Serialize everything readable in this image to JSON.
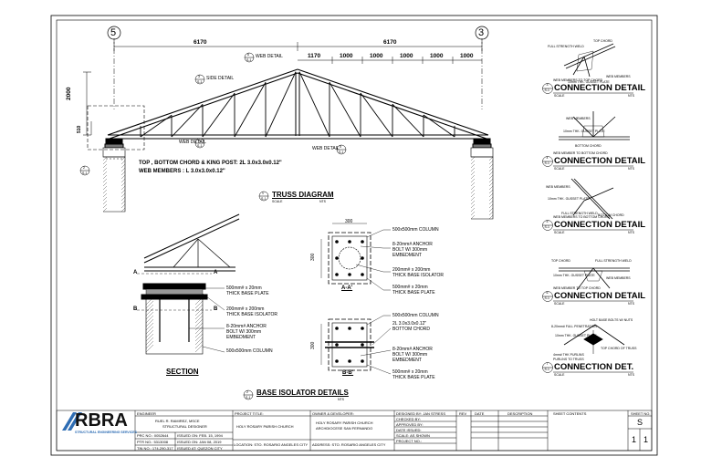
{
  "grid": {
    "left": "5",
    "right": "3"
  },
  "dims": {
    "span_left": "6170",
    "span_right": "6170",
    "height": "2000",
    "post": "510",
    "panels": [
      "1170",
      "1000",
      "1000",
      "1000",
      "1000",
      "1000"
    ]
  },
  "callouts": {
    "web_detail_top": "WEB DETAIL",
    "web_detail_top_num": "6",
    "web_detail_top_sheet": "S-1",
    "side_detail": "SIDE DETAIL",
    "side_detail_num": "3",
    "side_detail_sheet": "S-1",
    "web_detail_left": "WEB DETAIL",
    "web_detail_left_num": "4",
    "web_detail_left_sheet": "S-1",
    "web_detail_right": "WEB DETAIL",
    "web_detail_right_num": "5",
    "web_detail_right_sheet": "S-1",
    "base_num": "2",
    "base_sheet": "S-1"
  },
  "notes": {
    "line1": "TOP , BOTTOM CHORD & KING POST: 2L 3.0x3.0x0.12\"",
    "line2": "WEB MEMBERS : L 3.0x3.0x0.12\""
  },
  "truss_diagram": {
    "num": "1",
    "sheet": "S-1",
    "title": "TRUSS DIAGRAM",
    "scale": "SCALE",
    "nts": "NTS"
  },
  "section": {
    "title": "SECTION",
    "label_a": "A",
    "label_b": "B",
    "l1": "500mm# x 20mm",
    "l2": "THICK BASE PLATE",
    "l3": "200mm# x 200mm",
    "l4": "THICK BASE ISOLATOR",
    "l5": "8-20mm# ANCHOR",
    "l6": "BOLT W/ 300mm",
    "l7": "EMBEDMENT",
    "l8": "500x500mm COLUMN"
  },
  "plan_aa": {
    "dim": "300",
    "dim_side": "300",
    "title": "A-A'",
    "l1": "500x500mm COLUMN",
    "l2": "8-20mm# ANCHOR",
    "l3": "BOLT W/ 300mm",
    "l4": "EMBEDMENT",
    "l5": "200mm# x 200mm",
    "l6": "THICK BASE ISOLATOR",
    "l7": "500mm# x 20mm",
    "l8": "THICK BASE PLATE"
  },
  "plan_bb": {
    "dim_side": "300",
    "title": "B-B'",
    "l1": "500x500mm COLUMN",
    "l2": "2L 3.0x3.0x0.12\"",
    "l3": "BOTTOM CHORD",
    "l4": "8-20mm# ANCHOR",
    "l5": "BOLT W/ 300mm",
    "l6": "EMBEDMENT",
    "l7": "500mm# x 20mm",
    "l8": "THICK BASE PLATE"
  },
  "base_isolator": {
    "num": "2",
    "sheet": "S-1",
    "title": "BASE ISOLATOR DETAILS",
    "nts": "NTS"
  },
  "connections": [
    {
      "num": "3",
      "sheet": "S-1",
      "title": "CONNECTION DETAIL",
      "sub": "WEB MEMBERS TO TOP CHORD",
      "scale": "SCALE",
      "nts": "NTS",
      "labels": [
        "TOP CHORD",
        "FULL STRENGTH WELD",
        "WEB MEMBERS",
        "10mm THK. GUSSET PLATE"
      ]
    },
    {
      "num": "4",
      "sheet": "S-1",
      "title": "CONNECTION DETAIL",
      "sub": "WEB MEMBER TO BOTTOM CHORD",
      "scale": "SCALE",
      "nts": "NTS",
      "labels": [
        "WEB MEMBERS",
        "10mm THK. GUSSET PLATE",
        "BOTTOM CHORD"
      ]
    },
    {
      "num": "5",
      "sheet": "S-1",
      "title": "CONNECTION DETAIL",
      "sub": "WEB MEMBERS TO BOTTOM CHORD",
      "scale": "SCALE",
      "nts": "NTS",
      "labels": [
        "WEB MEMBERS",
        "10mm THK. GUSSET PLATE",
        "FULL STRENGTH WELD",
        "BOTTOM CHORD"
      ]
    },
    {
      "num": "6",
      "sheet": "S-1",
      "title": "CONNECTION DETAIL",
      "sub": "WEB MEMBER TO TOP CHORD",
      "scale": "SCALE",
      "nts": "NTS",
      "labels": [
        "TOP CHORD",
        "FULL STRENGTH WELD",
        "10mm THK. GUSSET PLATE",
        "WEB MEMBERS"
      ]
    },
    {
      "num": "7",
      "sheet": "S-1",
      "title": "CONNECTION DET.",
      "sub": "PURLINS TO TRUSS",
      "scale": "SCALE",
      "nts": "NTS",
      "labels": [
        "HOLT BASE BOLTS W/ NUTS",
        "8-20mm# FULL PENETRATION",
        "10mm THK. GUSSET PLATE",
        "TOP CHORD OF TRUSS",
        "4mm# THK PURLINS"
      ]
    }
  ],
  "title_block": {
    "logo": "RBRA",
    "logo_sub": "STRUCTURAL ENGINEERING SERVICES",
    "engineer_hdr": "ENGINEER",
    "engineer_name": "RUEL R. RAMIREZ, MSCE",
    "engineer_role": "STRUCTURAL DESIGNER",
    "prc": "PRC NO.: 0052644",
    "prc_issued": "ISSUED ON: FEB. 15, 1994",
    "ptr": "PTR NO.: 5313008",
    "ptr_issued": "ISSUED ON: JAN 08, 2019",
    "tin": "TIN NO.: 174-290-317",
    "tin_issued": "ISSUED AT: QUEZON CITY",
    "project_hdr": "PROJECT TITLE:",
    "project": "HOLY ROSARY PARISH CHURCH",
    "location": "LOCATION: STO. ROSARIO ANGELES CITY",
    "owner_hdr": "OWNER & DEVELOPER:",
    "owner1": "HOLY ROSARY PARISH CHURCH",
    "owner2": "ARCHDIOCESE SAN FERNANDO",
    "address": "ADDRESS: STO. ROSARIO ANGELES CITY",
    "designed": "DESIGNED BY:  JAN   STRESS",
    "checked": "CHECKED BY:",
    "approved": "APPROVED BY:",
    "date_issued": "DATE ISSUED:",
    "scale": "SCALE: AS SHOWN",
    "project_no": "PROJECT NO.:",
    "rev_hdr": "REV",
    "date_hdr": "DATE",
    "desc_hdr": "DESCRIPTION",
    "sheet_contents_hdr": "SHEET CONTENTS",
    "sheet_no_hdr": "SHEET NO.",
    "sheet_code": "S",
    "sheet_num": "1",
    "sheet_total": "1"
  }
}
